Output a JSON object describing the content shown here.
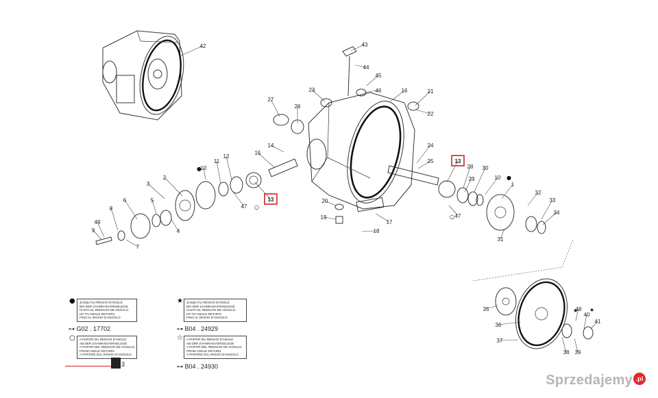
{
  "callouts": [
    "1",
    "2",
    "3",
    "4",
    "5",
    "6",
    "7",
    "8",
    "9",
    "10",
    "11",
    "12",
    "13",
    "14",
    "15",
    "16",
    "17",
    "18",
    "19",
    "20",
    "21",
    "22",
    "23",
    "24",
    "25",
    "26",
    "27",
    "28",
    "29",
    "30",
    "31",
    "32",
    "33",
    "34",
    "35",
    "36",
    "37",
    "38",
    "39",
    "40",
    "41",
    "42",
    "43",
    "44",
    "45",
    "46",
    "47",
    "48",
    "49"
  ],
  "highlighted_callout": "13",
  "highlight_color": "#d42020",
  "legend": {
    "dot_filled": {
      "symbol": "●",
      "lines": [
        "JUSQU'AU RENVOI D'ANGLE",
        "BIS DER ZAHNRADVORGELEGE",
        "HASTA EL REENVIO DE ANGULO",
        "UP TO ANGLE RETURN",
        "FINO AL RINVIO D'ANGOLO"
      ],
      "code": "G02 . 17702"
    },
    "star_filled": {
      "symbol": "★",
      "lines": [
        "JUSQU'AU RENVOI D'ANGLE",
        "BIS DER ZAHNRADVORGELEGE",
        "HASTA EL REENVIO DE ANGULO",
        "UP TO ANGLE RETURN",
        "FINO AL RINVIO D'ANGOLO"
      ],
      "code": "B04 . 24929"
    },
    "dot_open": {
      "symbol": "○",
      "lines": [
        "A PARTIR DU RENVOI D'ANGLE",
        "AB DER ZAHNRADVORGELEGE",
        "A PARTIR DEL REENVIO DE ANGULO",
        "FROM ANGLE RETURN",
        "A PARTIRE DAL RINVIO D'ANGOLO"
      ],
      "code": "3"
    },
    "star_open": {
      "symbol": "☆",
      "lines": [
        "A PARTIR DU RENVOI D'ANGLE",
        "AB DER ZAHNRADVORGELEGE",
        "A PARTIR DEL REENVIO DE ANGULO",
        "FROM ANGLE RETURN",
        "A PARTIRE DAL RINVIO D'ANGOLO"
      ],
      "code": "B04 . 24930"
    }
  },
  "watermark": {
    "text": "Sprzedajemy",
    "badge": ".pl"
  }
}
